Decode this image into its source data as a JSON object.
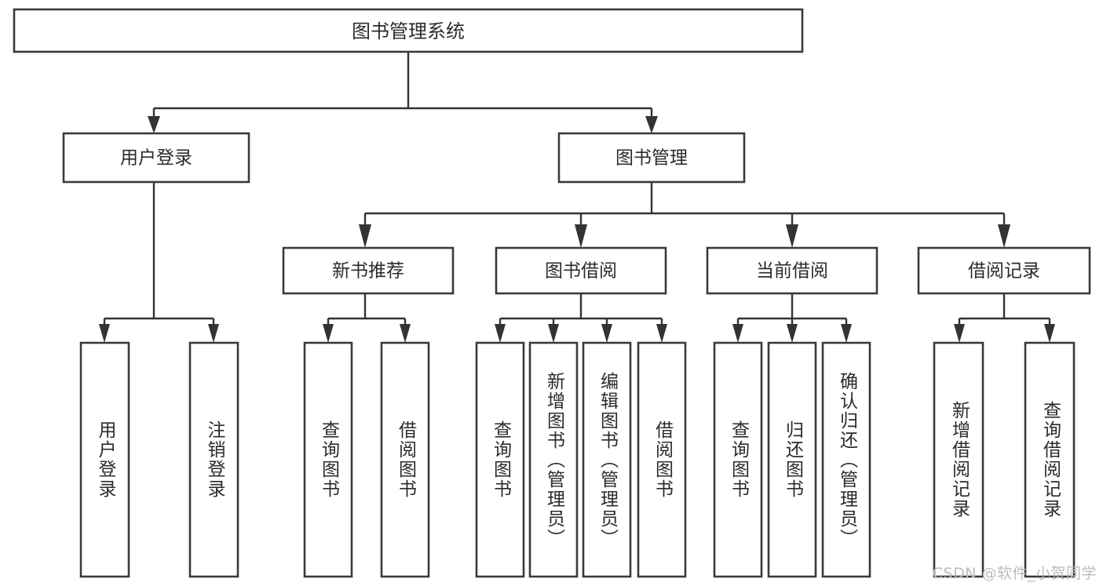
{
  "diagram": {
    "type": "tree",
    "title": "图书管理系统",
    "watermark": "CSDN @软件_小贺同学",
    "colors": {
      "background": "#ffffff",
      "box_stroke": "#3a3a3a",
      "box_fill": "#ffffff",
      "edge": "#333333",
      "text": "#2b2b2b",
      "watermark_text": "#bcbcbc"
    },
    "root": {
      "label": "图书管理系统"
    },
    "level2": [
      {
        "label": "用户登录"
      },
      {
        "label": "图书管理"
      }
    ],
    "level3": [
      {
        "label": "新书推荐"
      },
      {
        "label": "图书借阅"
      },
      {
        "label": "当前借阅"
      },
      {
        "label": "借阅记录"
      }
    ],
    "leaves": {
      "user_login": [
        {
          "label": "用户登录"
        },
        {
          "label": "注销登录"
        }
      ],
      "new_book_recommend": [
        {
          "label": "查询图书"
        },
        {
          "label": "借阅图书"
        }
      ],
      "book_borrow": [
        {
          "label": "查询图书"
        },
        {
          "label": "新增图书（管理员）"
        },
        {
          "label": "编辑图书（管理员）"
        },
        {
          "label": "借阅图书"
        }
      ],
      "current_borrow": [
        {
          "label": "查询图书"
        },
        {
          "label": "归还图书"
        },
        {
          "label": "确认归还（管理员）"
        }
      ],
      "borrow_record": [
        {
          "label": "新增借阅记录"
        },
        {
          "label": "查询借阅记录"
        }
      ]
    }
  }
}
